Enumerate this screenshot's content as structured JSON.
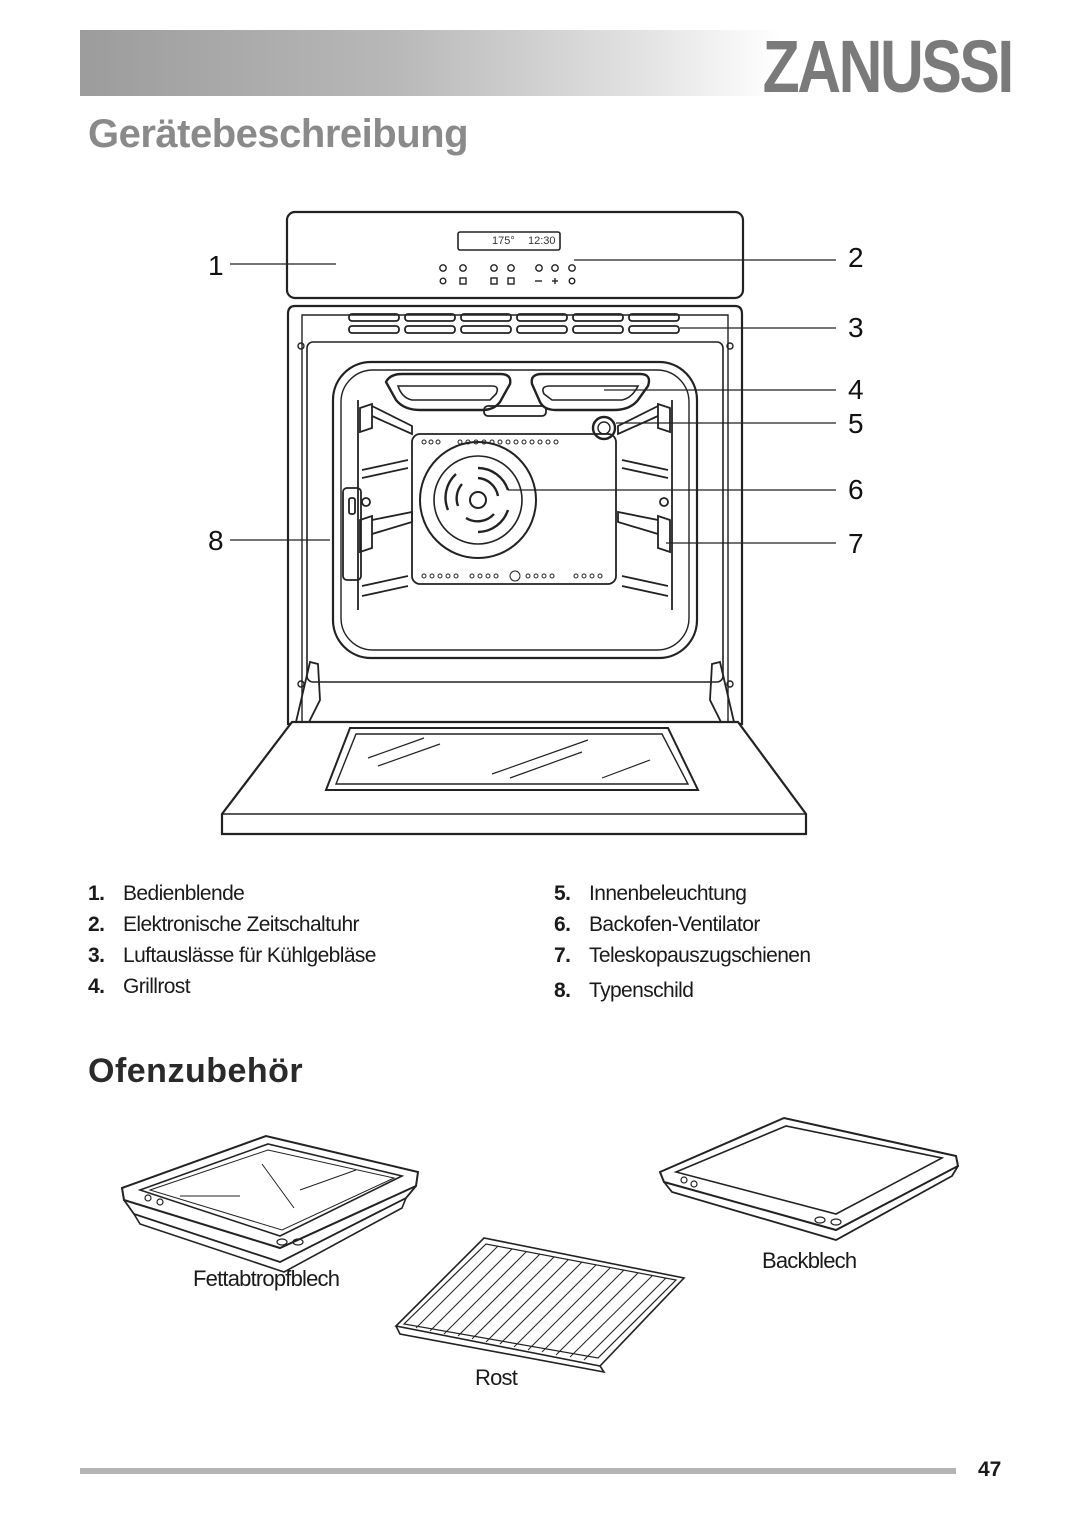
{
  "header": {
    "brand": "ZANUSSI"
  },
  "section_title": "Gerätebeschreibung",
  "display": {
    "timer_left": "175°",
    "timer_right": "12:30"
  },
  "callouts": [
    "1",
    "2",
    "3",
    "4",
    "5",
    "6",
    "7",
    "8"
  ],
  "legend_left": [
    {
      "num": "1.",
      "label": "Bedienblende"
    },
    {
      "num": "2.",
      "label": "Elektronische Zeitschaltuhr"
    },
    {
      "num": "3.",
      "label": "Luftauslässe für Kühlgebläse"
    },
    {
      "num": "4.",
      "label": "Grillrost"
    }
  ],
  "legend_right": [
    {
      "num": "5.",
      "label": "Innenbeleuchtung"
    },
    {
      "num": "6.",
      "label": "Backofen-Ventilator"
    },
    {
      "num": "7.",
      "label": "Teleskopauszugschienen"
    },
    {
      "num": "8.",
      "label": "Typenschild"
    }
  ],
  "accessories_title": "Ofenzubehör",
  "accessories": {
    "drip_tray": "Fettabtropfblech",
    "baking_tray": "Backblech",
    "rack": "Rost"
  },
  "page_number": "47"
}
